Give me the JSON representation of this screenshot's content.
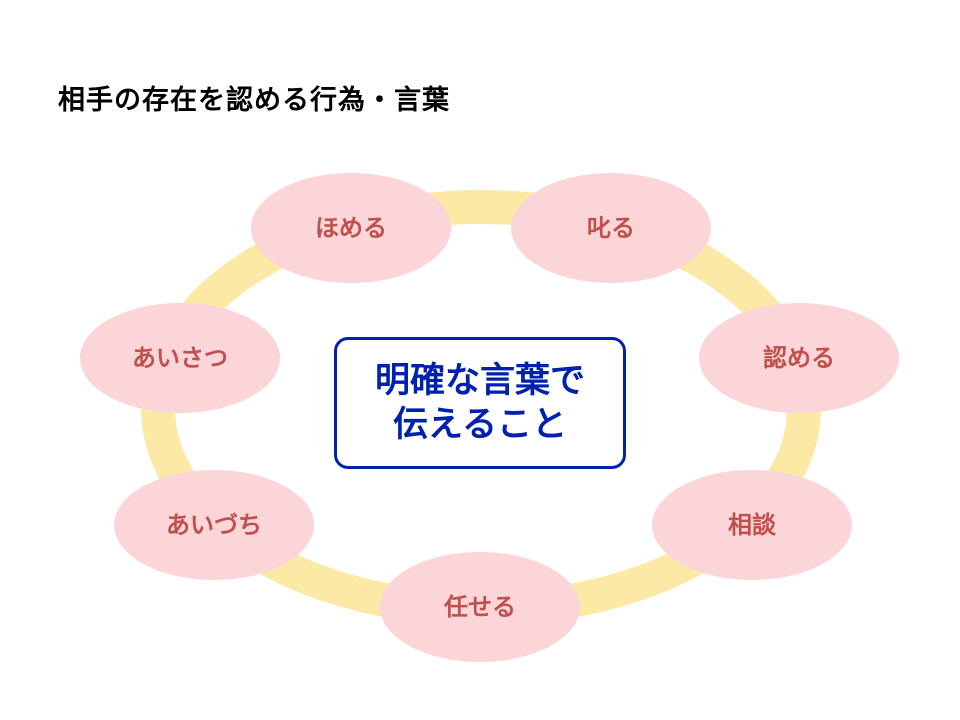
{
  "title": "相手の存在を認める行為・言葉",
  "center": {
    "line1": "明確な言葉で",
    "line2": "伝えること"
  },
  "nodes": [
    {
      "id": "homeru",
      "label": "ほめる"
    },
    {
      "id": "shikaru",
      "label": "叱る"
    },
    {
      "id": "mitomeru",
      "label": "認める"
    },
    {
      "id": "soudan",
      "label": "相談"
    },
    {
      "id": "makaseru",
      "label": "任せる"
    },
    {
      "id": "aizuchi",
      "label": "あいづち"
    },
    {
      "id": "aisatsu",
      "label": "あいさつ"
    }
  ],
  "colors": {
    "ring": "#fde9a6",
    "node_fill": "#fcd5d8",
    "node_text": "#c0504d",
    "center_border": "#0020b0",
    "center_text": "#0020b0"
  }
}
